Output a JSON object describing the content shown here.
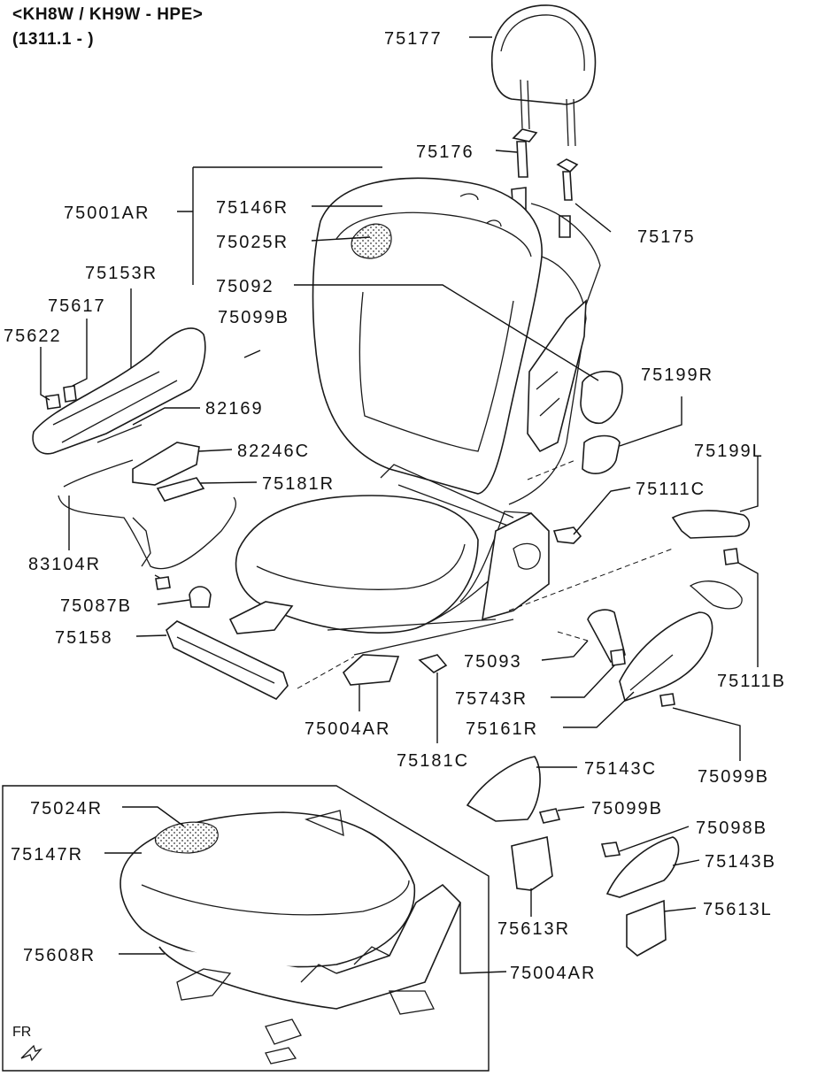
{
  "header": {
    "model_line": "<KH8W / KH9W - HPE>",
    "date_line": "(1311.1 - )"
  },
  "front_marker": "FR",
  "labels": {
    "p75177": "75177",
    "p75176": "75176",
    "p75175": "75175",
    "p75001AR": "75001AR",
    "p75146R": "75146R",
    "p75025R": "75025R",
    "p75092": "75092",
    "p75153R": "75153R",
    "p75617": "75617",
    "p75622": "75622",
    "p75099B_a": "75099B",
    "p75199R": "75199R",
    "p82169": "82169",
    "p82246C": "82246C",
    "p75199L": "75199L",
    "p75181R": "75181R",
    "p75111C": "75111C",
    "p83104R": "83104R",
    "p75087B": "75087B",
    "p75158": "75158",
    "p75093": "75093",
    "p75111B": "75111B",
    "p75743R": "75743R",
    "p75004AR_a": "75004AR",
    "p75161R": "75161R",
    "p75181C": "75181C",
    "p75099B_b": "75099B",
    "p75143C": "75143C",
    "p75024R": "75024R",
    "p75099B_c": "75099B",
    "p75098B": "75098B",
    "p75147R": "75147R",
    "p75143B": "75143B",
    "p75613L": "75613L",
    "p75613R": "75613R",
    "p75608R": "75608R",
    "p75004AR_b": "75004AR"
  }
}
